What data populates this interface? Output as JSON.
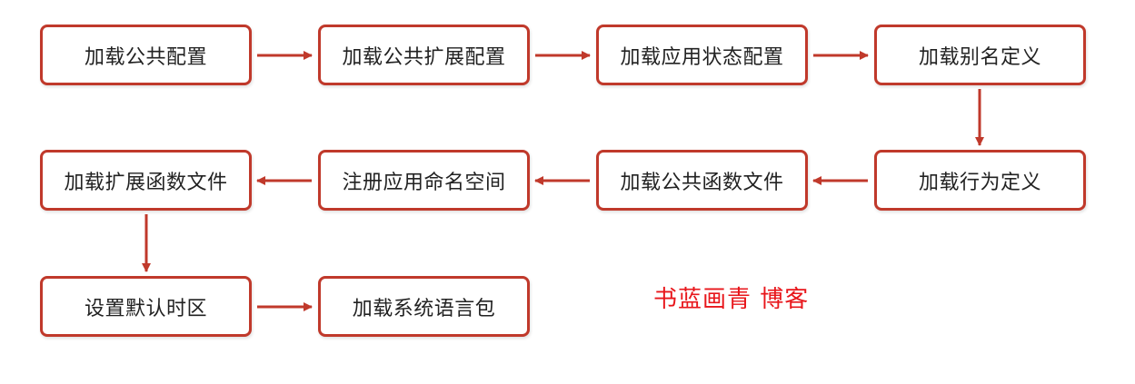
{
  "colors": {
    "border": "#c0392b",
    "arrow": "#c0392b",
    "watermark": "#e8161b",
    "text": "#222222"
  },
  "nodes": {
    "n1": "加载公共配置",
    "n2": "加载公共扩展配置",
    "n3": "加载应用状态配置",
    "n4": "加载别名定义",
    "n5": "加载行为定义",
    "n6": "加载公共函数文件",
    "n7": "注册应用命名空间",
    "n8": "加载扩展函数文件",
    "n9": "设置默认时区",
    "n10": "加载系统语言包"
  },
  "edges": [
    [
      "n1",
      "n2"
    ],
    [
      "n2",
      "n3"
    ],
    [
      "n3",
      "n4"
    ],
    [
      "n4",
      "n5"
    ],
    [
      "n5",
      "n6"
    ],
    [
      "n6",
      "n7"
    ],
    [
      "n7",
      "n8"
    ],
    [
      "n8",
      "n9"
    ],
    [
      "n9",
      "n10"
    ]
  ],
  "watermark": "书蓝画青 博客"
}
